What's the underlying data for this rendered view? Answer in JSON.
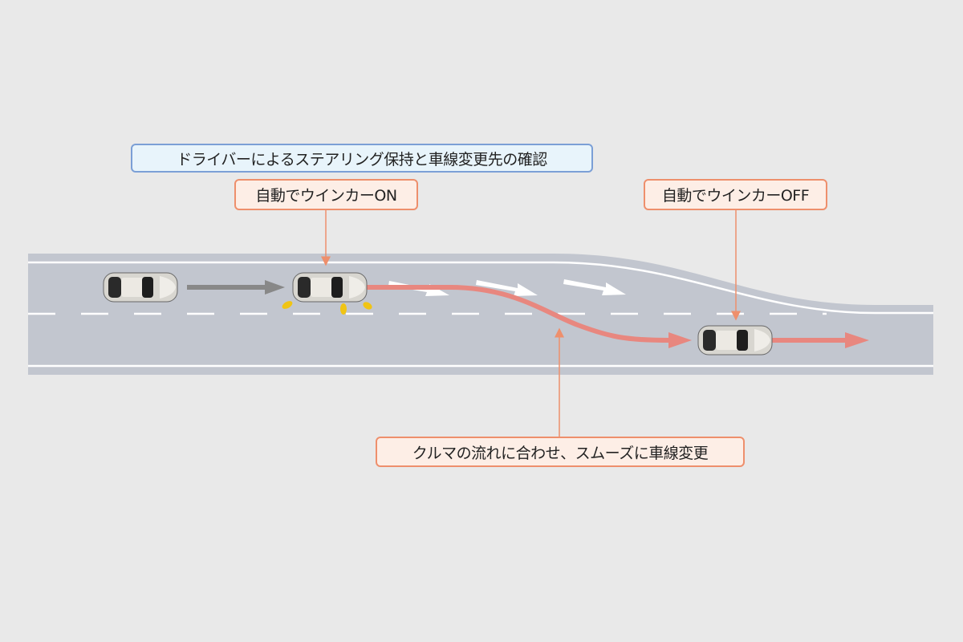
{
  "labels": {
    "driver_confirm": "ドライバーによるステアリング保持と車線変更先の確認",
    "blinker_on": "自動でウインカーON",
    "blinker_off": "自動でウインカーOFF",
    "smooth_change": "クルマの流れに合わせ、スムーズに車線変更"
  },
  "colors": {
    "background": "#e9e9e9",
    "road": "#c2c6cf",
    "path": "#e8877f",
    "callout": "#ee8f6c",
    "blinker": "#f6c400"
  }
}
